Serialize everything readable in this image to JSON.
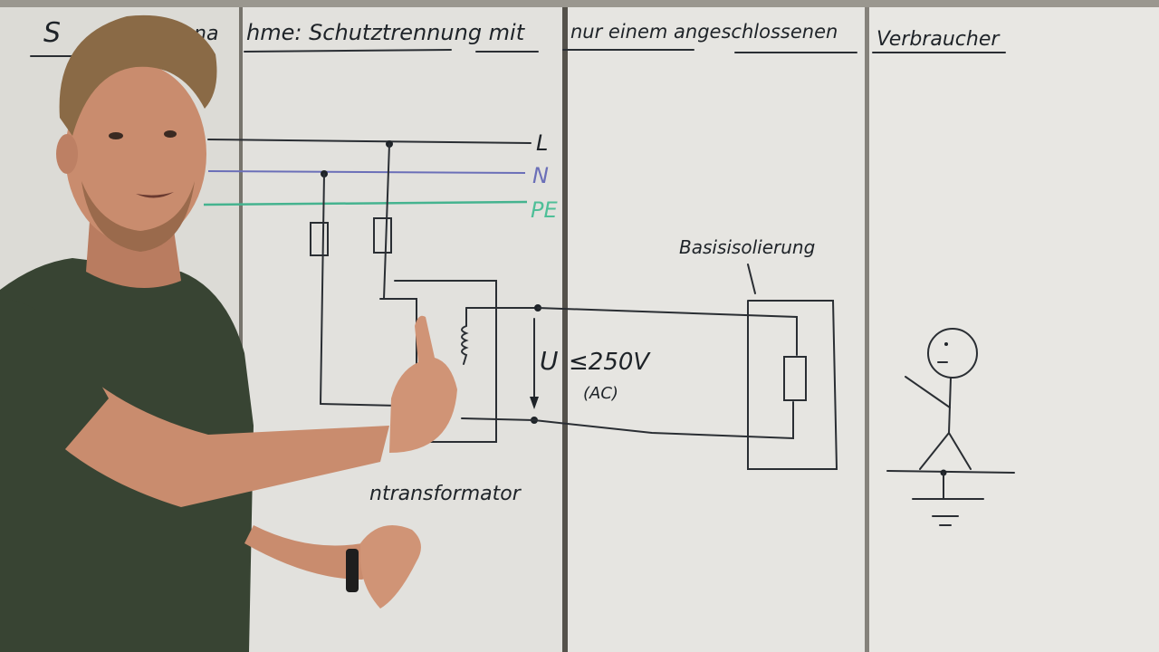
{
  "board": {
    "title_fragments": [
      "S",
      "na",
      "hme: Schutztrennung mit",
      "nur einem angeschlossenen",
      "Verbraucher"
    ],
    "conductors": {
      "L": "L",
      "N": "N",
      "PE": "PE"
    },
    "voltage_symbol": "U",
    "voltage_limit": "≤250V",
    "voltage_type": "(AC)",
    "insulation_label": "Basisisolierung",
    "transformer_label": "ntransformator"
  },
  "colors": {
    "board": "#e4e3df",
    "ink": "#1e2328",
    "neutral_wire": "#6b6fb8",
    "pe_wire": "#45b38f",
    "pe_text": "#4fbf98",
    "shirt": "#384433",
    "skin": "#c98c6e",
    "hair": "#8a6a46"
  }
}
